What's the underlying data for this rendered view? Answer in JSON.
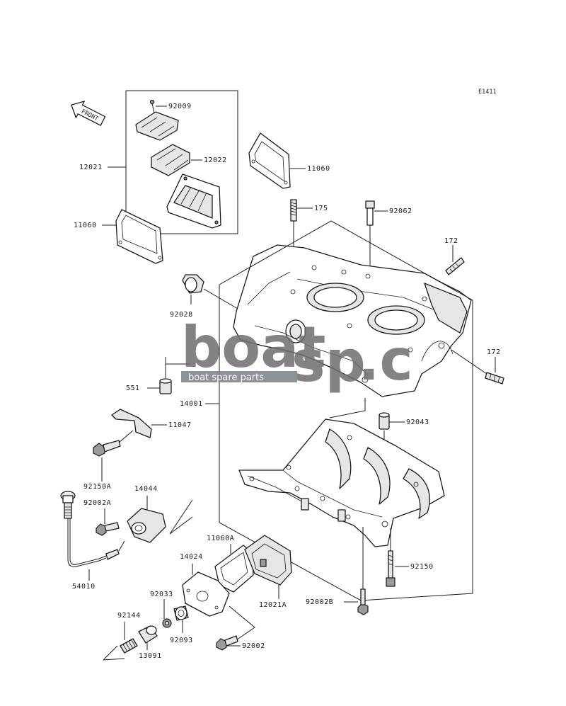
{
  "diagram": {
    "code": "E1411",
    "front_label": "FRONT",
    "parts": {
      "p92009": "92009",
      "p12022": "12022",
      "p12021": "12021",
      "p11060_top": "11060",
      "p11060_left": "11060",
      "p175": "175",
      "p92062": "92062",
      "p172_top": "172",
      "p172_right": "172",
      "p92028": "92028",
      "p551": "551",
      "p14001": "14001",
      "p11047": "11047",
      "p92043": "92043",
      "p92150A": "92150A",
      "p14044": "14044",
      "p92002A": "92002A",
      "p11060A": "11060A",
      "p14024": "14024",
      "p54010": "54010",
      "p92150": "92150",
      "p12021A": "12021A",
      "p92002B": "92002B",
      "p92033": "92033",
      "p92144": "92144",
      "p92093": "92093",
      "p92002": "92002",
      "p13091": "13091"
    }
  },
  "watermark": {
    "brand_left": "boat",
    "brand_right": "sp",
    "brand_suffix": ".c",
    "tagline": "boat spare parts"
  }
}
